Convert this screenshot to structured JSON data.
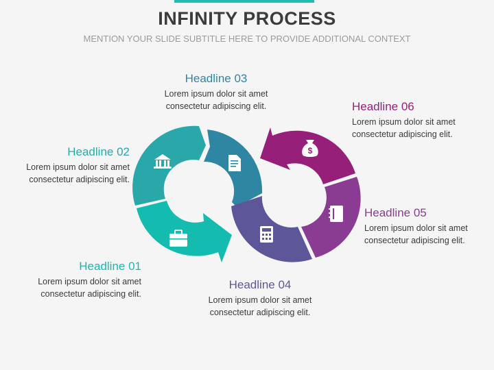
{
  "slide": {
    "title": "INFINITY PROCESS",
    "subtitle": "MENTION YOUR SLIDE SUBTITLE HERE TO PROVIDE ADDITIONAL CONTEXT"
  },
  "colors": {
    "accent": "#1fbdb2",
    "step1": "#14bcb0",
    "step2": "#2aa8a9",
    "step3": "#2f86a3",
    "step4": "#5d5799",
    "step5": "#8a3b92",
    "step6": "#962079"
  },
  "steps": [
    {
      "headline": "Headline 01",
      "line1": "Lorem ipsum dolor sit amet",
      "line2": "consectetur adipiscing elit.",
      "icon": "briefcase-icon"
    },
    {
      "headline": "Headline 02",
      "line1": "Lorem ipsum dolor sit amet",
      "line2": "consectetur adipiscing elit.",
      "icon": "bank-icon"
    },
    {
      "headline": "Headline 03",
      "line1": "Lorem ipsum dolor sit amet",
      "line2": "consectetur adipiscing elit.",
      "icon": "document-icon"
    },
    {
      "headline": "Headline 04",
      "line1": "Lorem ipsum dolor sit amet",
      "line2": "consectetur adipiscing elit.",
      "icon": "calculator-icon"
    },
    {
      "headline": "Headline 05",
      "line1": "Lorem ipsum dolor sit amet",
      "line2": "consectetur adipiscing elit.",
      "icon": "notebook-icon"
    },
    {
      "headline": "Headline 06",
      "line1": "Lorem ipsum dolor sit amet",
      "line2": "consectetur adipiscing elit.",
      "icon": "money-bag-icon",
      "icon_symbol": "$"
    }
  ]
}
